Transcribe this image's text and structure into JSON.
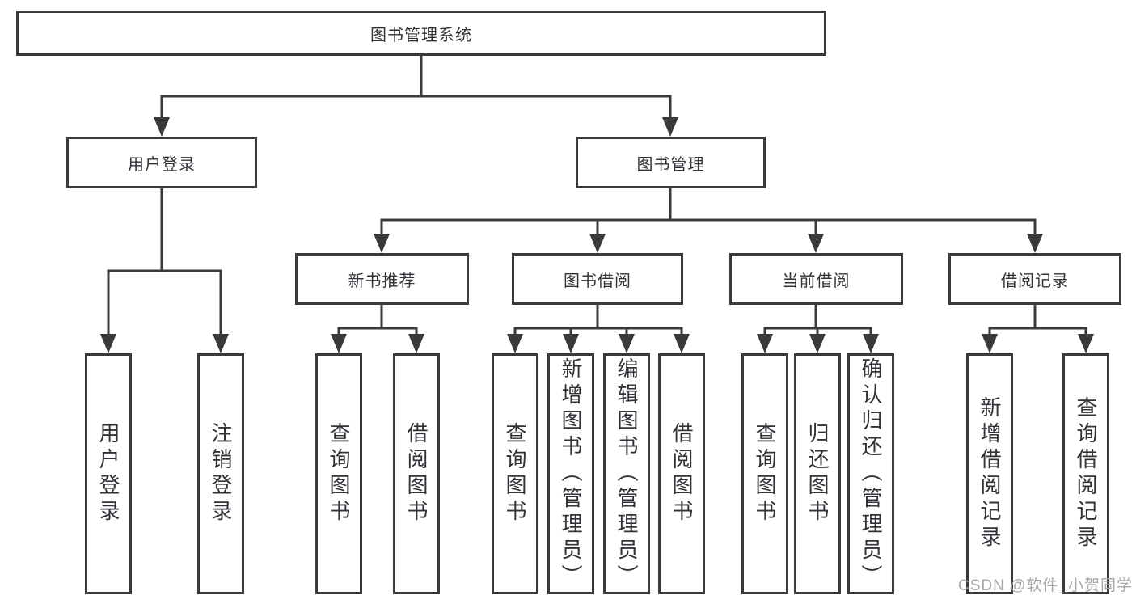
{
  "diagram": {
    "root": {
      "label": "图书管理系统"
    },
    "level2": [
      {
        "label": "用户登录",
        "children": [
          {
            "label": "用户登录"
          },
          {
            "label": "注销登录"
          }
        ]
      },
      {
        "label": "图书管理",
        "children": [
          {
            "label": "新书推荐",
            "children": [
              {
                "label": "查询图书"
              },
              {
                "label": "借阅图书"
              }
            ]
          },
          {
            "label": "图书借阅",
            "children": [
              {
                "label": "查询图书"
              },
              {
                "label": "新增图书（管理员）"
              },
              {
                "label": "编辑图书（管理员）"
              },
              {
                "label": "借阅图书"
              }
            ]
          },
          {
            "label": "当前借阅",
            "children": [
              {
                "label": "查询图书"
              },
              {
                "label": "归还图书"
              },
              {
                "label": "确认归还（管理员）"
              }
            ]
          },
          {
            "label": "借阅记录",
            "children": [
              {
                "label": "新增借阅记录"
              },
              {
                "label": "查询借阅记录"
              }
            ]
          }
        ]
      }
    ],
    "watermark": {
      "label": "CSDN @软件_小贺同学"
    },
    "colors": {
      "line": "#3a3a3a",
      "box_border": "#3a3a3a",
      "text": "#2f3338",
      "watermark": "#a3a3a3",
      "background": "#ffffff"
    }
  }
}
